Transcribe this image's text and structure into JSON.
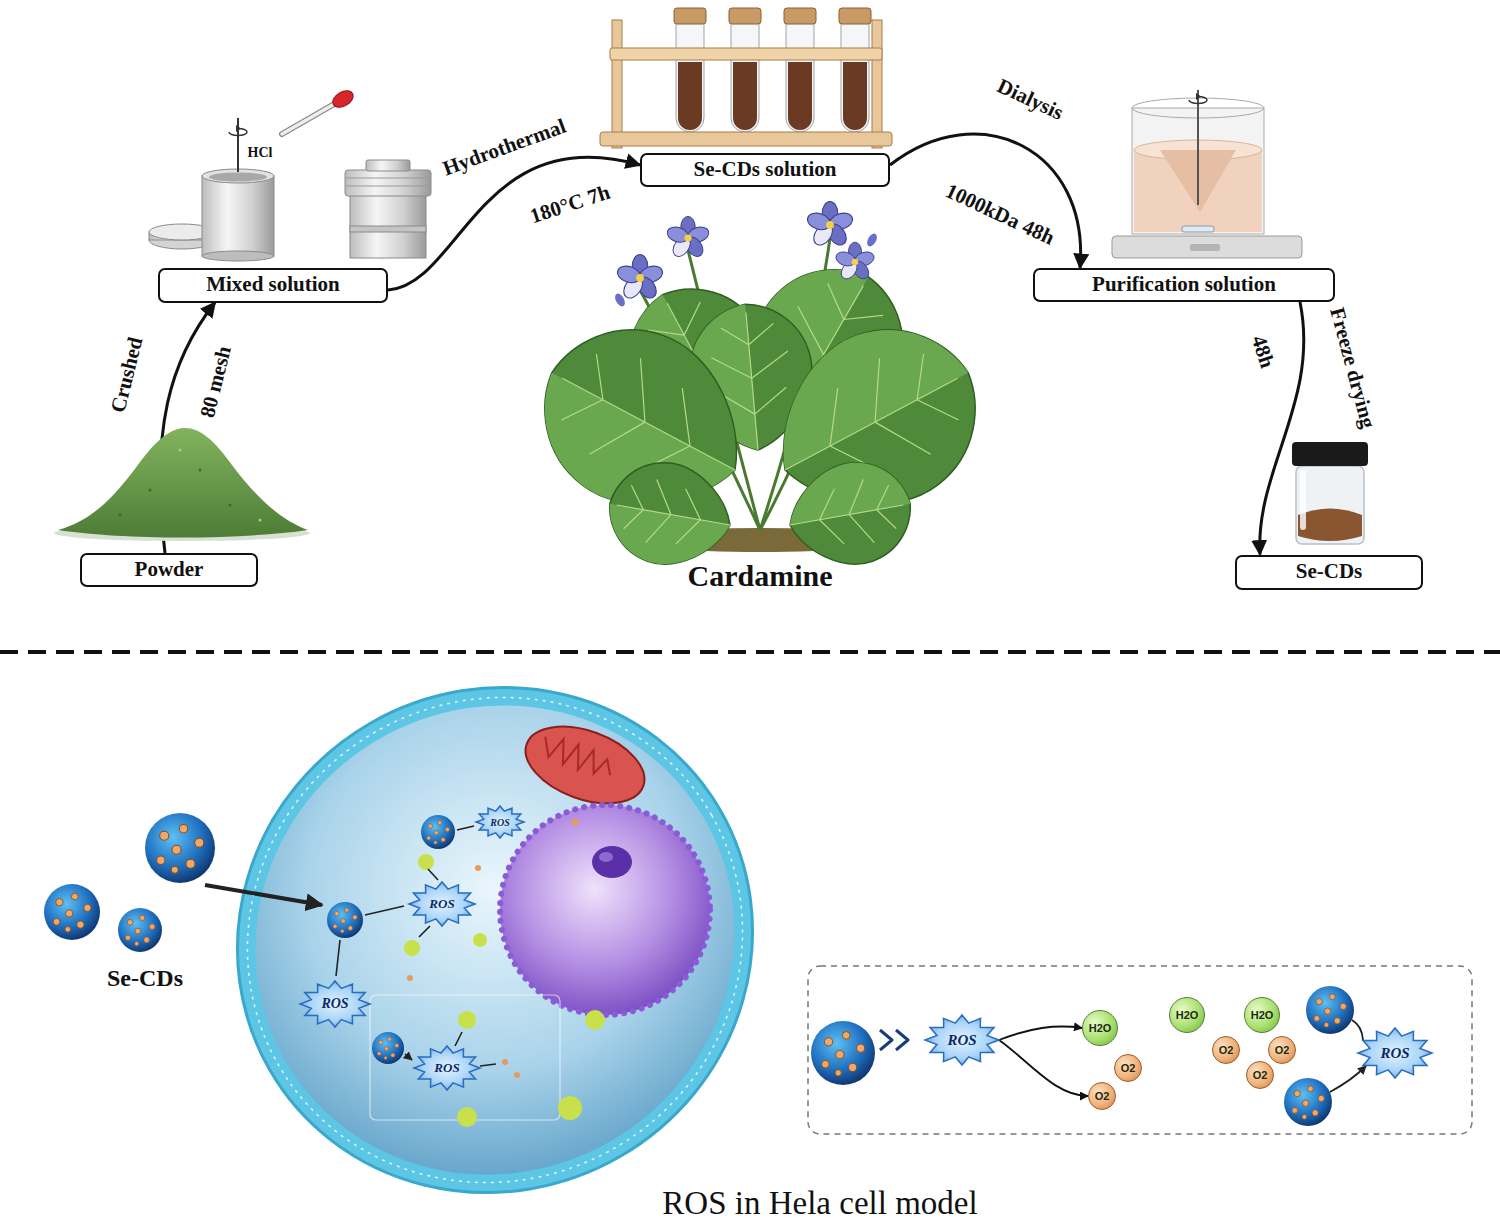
{
  "diagram": {
    "caption": "ROS in Hela cell model",
    "nodes": [
      {
        "text": [
          "Powder"
        ]
      },
      {
        "text": [
          "Mixed solution"
        ]
      },
      {
        "text": [
          "Se-CDs solution"
        ]
      },
      {
        "text": [
          "Purification solution"
        ]
      },
      {
        "text": [
          "Se-CDs"
        ]
      },
      {
        "text": [
          "ROS"
        ]
      },
      {
        "text": [
          "ROS"
        ]
      },
      {
        "text": [
          "ROS"
        ]
      },
      {
        "text": [
          "ROS"
        ]
      },
      {
        "text": [
          "ROS"
        ]
      },
      {
        "text": [
          "H2O"
        ]
      },
      {
        "text": [
          "O2"
        ]
      },
      {
        "text": [
          "O2"
        ]
      },
      {
        "text": [
          "H2O"
        ]
      },
      {
        "text": [
          "H2O"
        ]
      },
      {
        "text": [
          "O2"
        ]
      },
      {
        "text": [
          "O2"
        ]
      },
      {
        "text": [
          "O2"
        ]
      },
      {
        "text": [
          "ROS"
        ]
      }
    ],
    "edges": [
      {
        "from": 0,
        "to": 1,
        "arrow": "to",
        "label": "Crushed"
      },
      {
        "from": 1,
        "to": 2,
        "arrow": "to",
        "label": "Hydrothermal"
      },
      {
        "from": 2,
        "to": 3,
        "arrow": "to",
        "label": "Dialysis"
      },
      {
        "from": 3,
        "to": 4,
        "arrow": "to",
        "label": "Freeze drying"
      },
      {
        "from": 9,
        "to": 10,
        "arrow": "to"
      },
      {
        "from": 9,
        "to": 12,
        "arrow": "to"
      }
    ],
    "labels": [
      "HCl",
      "80 mesh",
      "180°C 7h",
      "1000kDa 48h",
      "48h",
      "Cardamine",
      "Se-CDs"
    ]
  }
}
